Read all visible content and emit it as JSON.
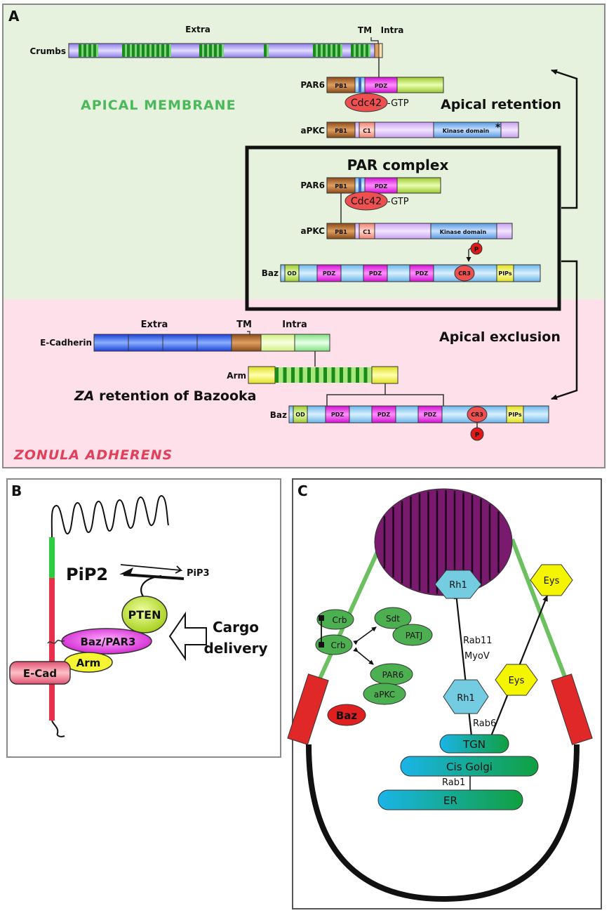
{
  "panelA": {
    "letter": "A",
    "apical_membrane": "APICAL MEMBRANE",
    "zonula_adherens": "ZONULA ADHERENS",
    "crumbs": {
      "label": "Crumbs",
      "extra": "Extra",
      "tm": "TM",
      "intra": "Intra"
    },
    "par6_top": {
      "label": "PAR6",
      "pb1": "PB1",
      "pdz": "PDZ"
    },
    "cdc42_top": {
      "label": "Cdc42",
      "gtp": "-GTP"
    },
    "apkc_top": {
      "label": "aPKC",
      "pb1": "PB1",
      "c1": "C1",
      "kinase": "Kinase domain",
      "star": "*"
    },
    "apical_retention": "Apical retention",
    "par_complex": {
      "title": "PAR complex",
      "par6": {
        "label": "PAR6",
        "pb1": "PB1",
        "pdz": "PDZ"
      },
      "cdc42": {
        "label": "Cdc42",
        "gtp": "-GTP"
      },
      "apkc": {
        "label": "aPKC",
        "pb1": "PB1",
        "c1": "C1",
        "kinase": "Kinase domain"
      },
      "p": "P",
      "baz": {
        "label": "Baz",
        "od": "OD",
        "pdz1": "PDZ",
        "pdz2": "PDZ",
        "pdz3": "PDZ",
        "cr3": "CR3",
        "pips": "PIPs"
      }
    },
    "apical_exclusion": "Apical exclusion",
    "ecad": {
      "label": "E-Cadherin",
      "extra": "Extra",
      "tm": "TM",
      "intra": "Intra"
    },
    "arm": {
      "label": "Arm"
    },
    "za_retention_italic": "ZA",
    "za_retention_rest": " retention of Bazooka",
    "baz_bottom": {
      "label": "Baz",
      "od": "OD",
      "pdz1": "PDZ",
      "pdz2": "PDZ",
      "pdz3": "PDZ",
      "cr3": "CR3",
      "pips": "PIPs",
      "p": "P"
    }
  },
  "panelB": {
    "letter": "B",
    "pip2": "PiP2",
    "pip3": "PiP3",
    "pten": "PTEN",
    "baz_par3": "Baz/PAR3",
    "arm": "Arm",
    "ecad": "E-Cad",
    "cargo_line1": "Cargo",
    "cargo_line2": "delivery"
  },
  "panelC": {
    "letter": "C",
    "rh1_top": "Rh1",
    "eys_top": "Eys",
    "crb1": "Crb",
    "crb2": "Crb",
    "sdt": "Sdt",
    "patj": "PATJ",
    "par6": "PAR6",
    "apkc": "aPKC",
    "baz": "Baz",
    "rab11": "Rab11",
    "myov": "MyoV",
    "rh1_mid": "Rh1",
    "eys_mid": "Eys",
    "rab6": "Rab6",
    "tgn": "TGN",
    "cis_golgi": "Cis Golgi",
    "rab1": "Rab1",
    "er": "ER"
  },
  "colors": {
    "apical_bg": "#e6f2dd",
    "za_bg": "#fde0ea",
    "apical_text": "#4cb85c",
    "za_text": "#e0405a",
    "pdz": "#e61ee0",
    "pb1": "#a86428",
    "cdc42": "#ee5050",
    "kinase": "#6aa8e8",
    "baz_body": "#9fd3f5",
    "rhabdomere": "#7a1a6e"
  }
}
